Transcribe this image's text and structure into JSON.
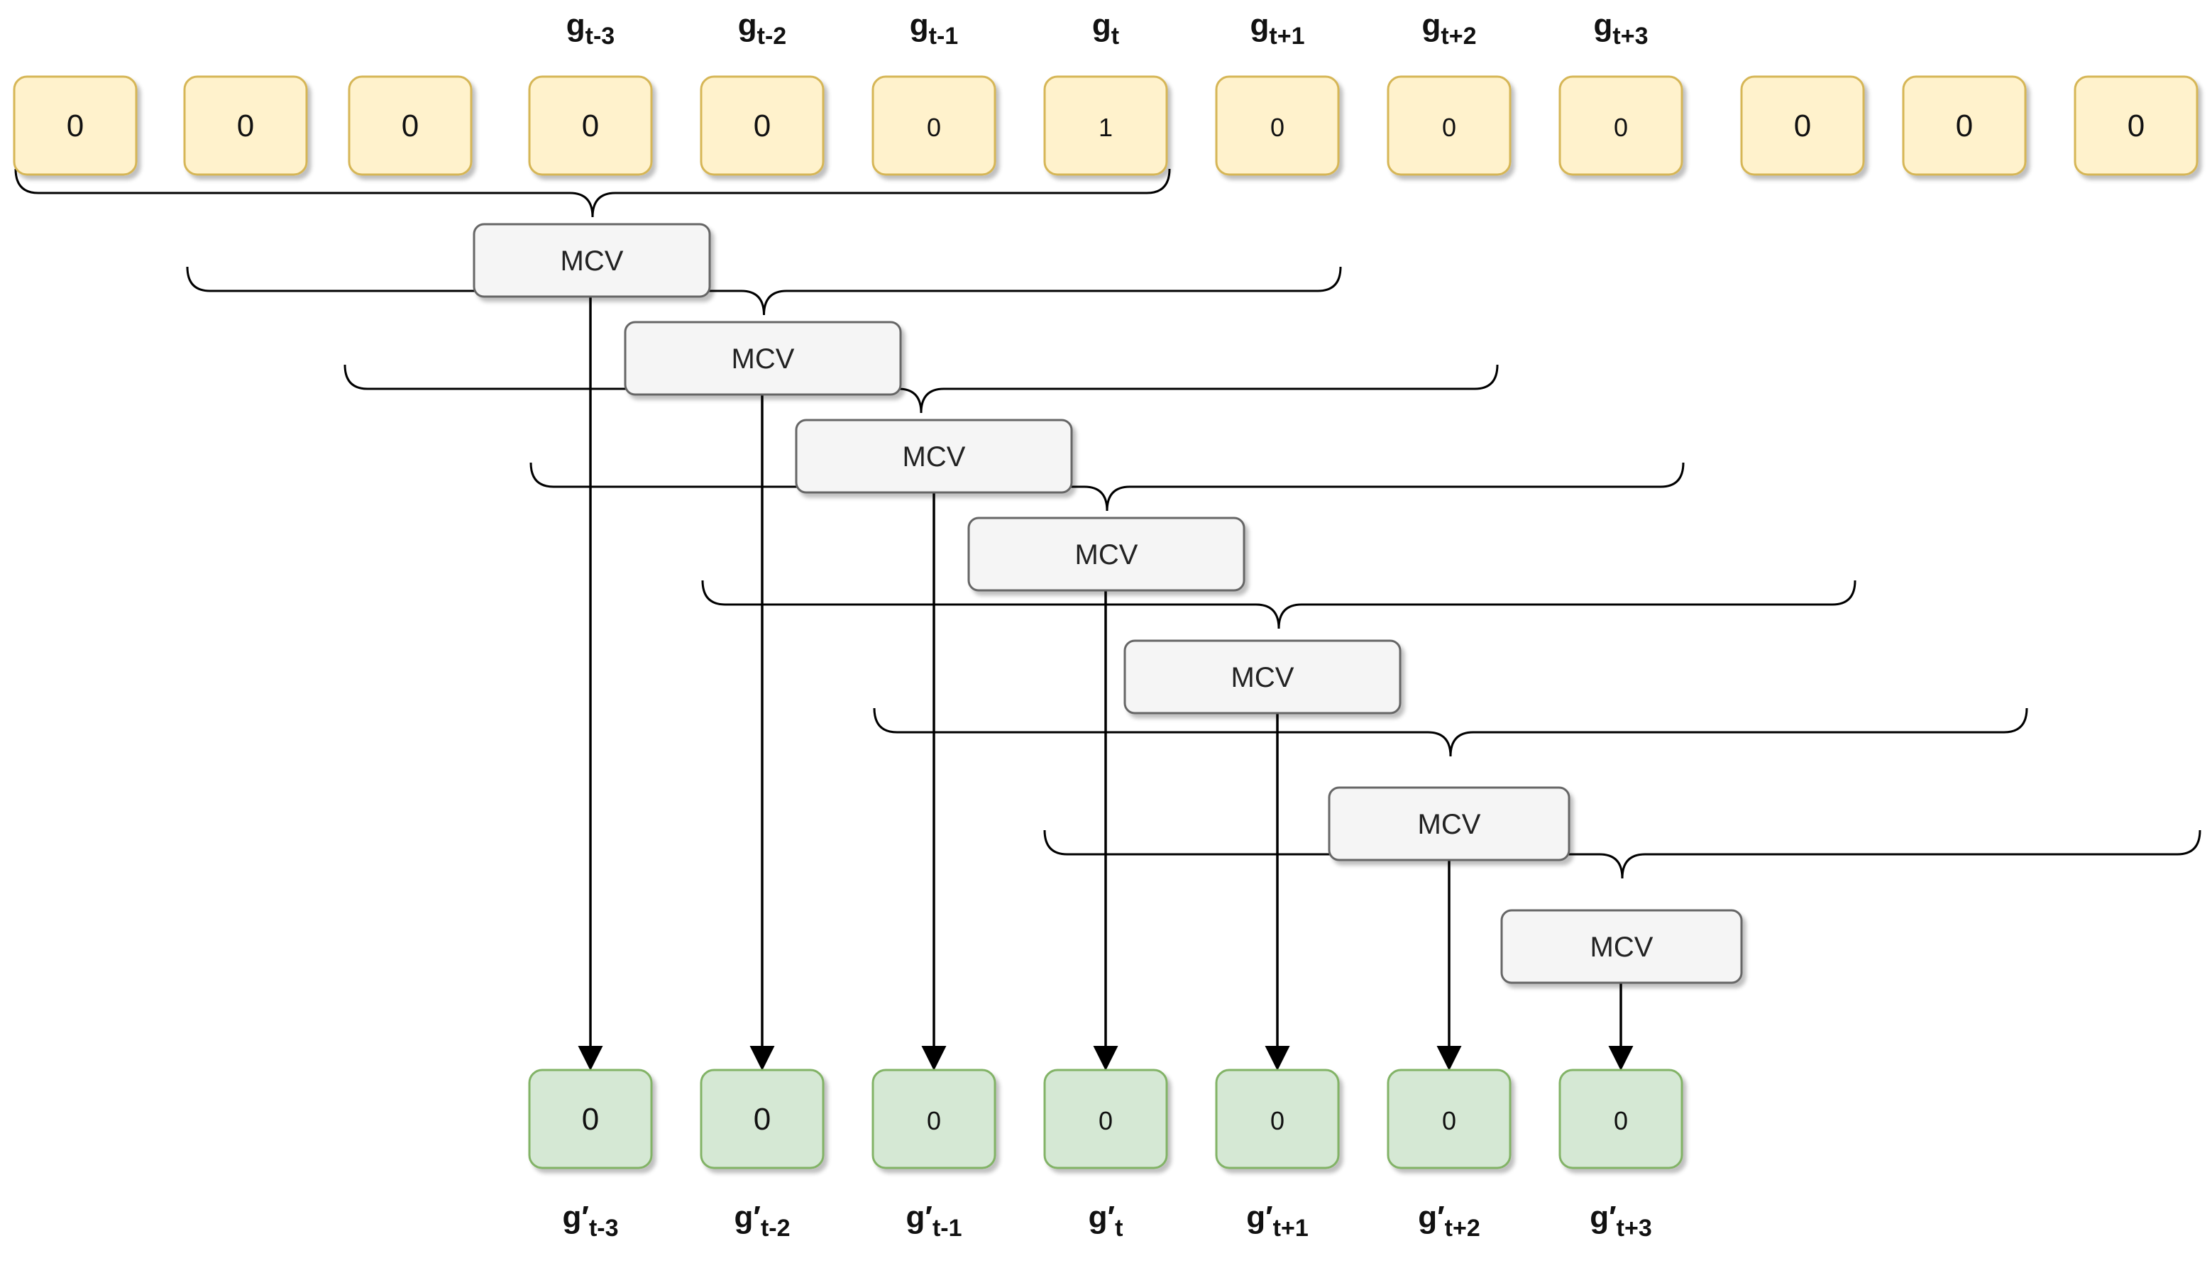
{
  "input_row": {
    "labels": [
      "",
      "",
      "",
      "g_t-3",
      "g_t-2",
      "g_t-1",
      "g_t",
      "g_t+1",
      "g_t+2",
      "g_t+3",
      "",
      "",
      ""
    ],
    "label_base": [
      "",
      "",
      "",
      "g",
      "g",
      "g",
      "g",
      "g",
      "g",
      "g",
      "",
      "",
      ""
    ],
    "label_sub": [
      "",
      "",
      "",
      "t-3",
      "t-2",
      "t-1",
      "t",
      "t+1",
      "t+2",
      "t+3",
      "",
      "",
      ""
    ],
    "values": [
      "0",
      "0",
      "0",
      "0",
      "0",
      "0",
      "1",
      "0",
      "0",
      "0",
      "0",
      "0",
      "0"
    ],
    "fill": "#fff2cc",
    "stroke": "#d6b656"
  },
  "mcv_blocks": {
    "label": "MCV",
    "count": 7,
    "fill": "#f5f5f5",
    "stroke": "#666666"
  },
  "output_row": {
    "label_base": [
      "g",
      "g",
      "g",
      "g",
      "g",
      "g",
      "g"
    ],
    "label_prime": "′",
    "label_sub": [
      "t-3",
      "t-2",
      "t-1",
      "t",
      "t+1",
      "t+2",
      "t+3"
    ],
    "values": [
      "0",
      "0",
      "0",
      "0",
      "0",
      "0",
      "0"
    ],
    "fill": "#d5e8d4",
    "stroke": "#82b366"
  }
}
